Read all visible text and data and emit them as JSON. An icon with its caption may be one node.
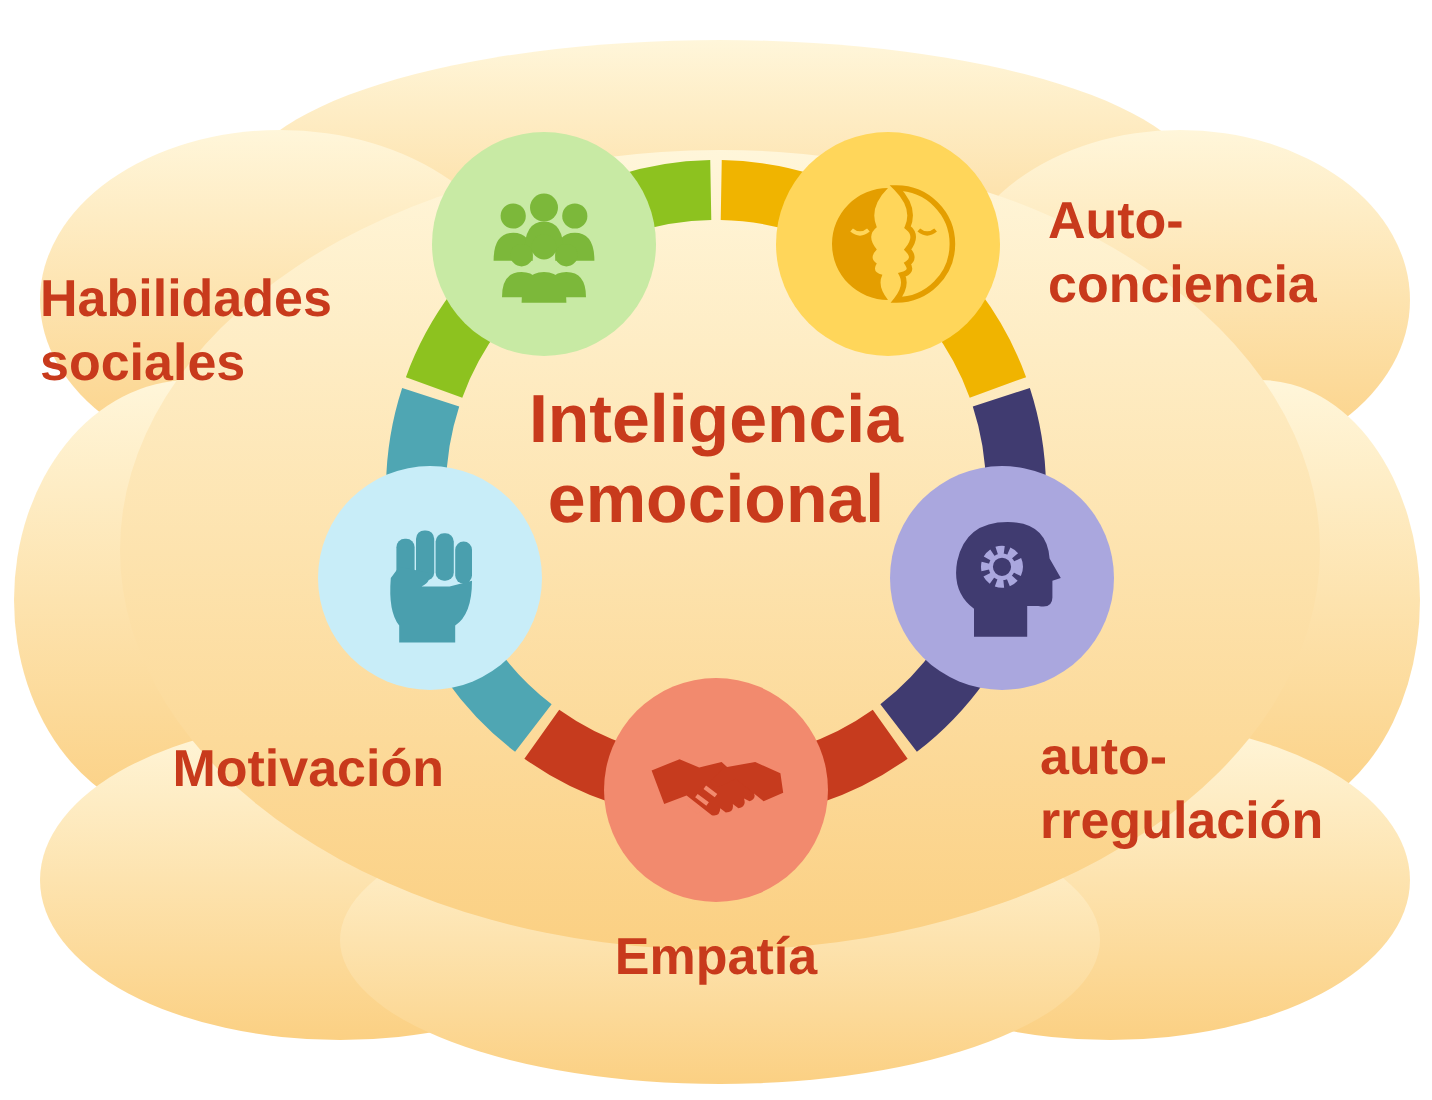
{
  "diagram": {
    "title": "Inteligencia emocional",
    "nodes": [
      {
        "text": [],
        "shape": "circle",
        "beside": [
          "Habilidades sociales"
        ]
      },
      {
        "text": [],
        "shape": "circle",
        "beside": [
          "Auto- conciencia"
        ]
      },
      {
        "text": [],
        "shape": "circle",
        "beside": [
          "auto- rregulación"
        ]
      },
      {
        "text": [],
        "shape": "circle",
        "beside": [
          "Empatía"
        ]
      },
      {
        "text": [],
        "shape": "circle",
        "beside": [
          "Motivación"
        ]
      }
    ]
  }
}
